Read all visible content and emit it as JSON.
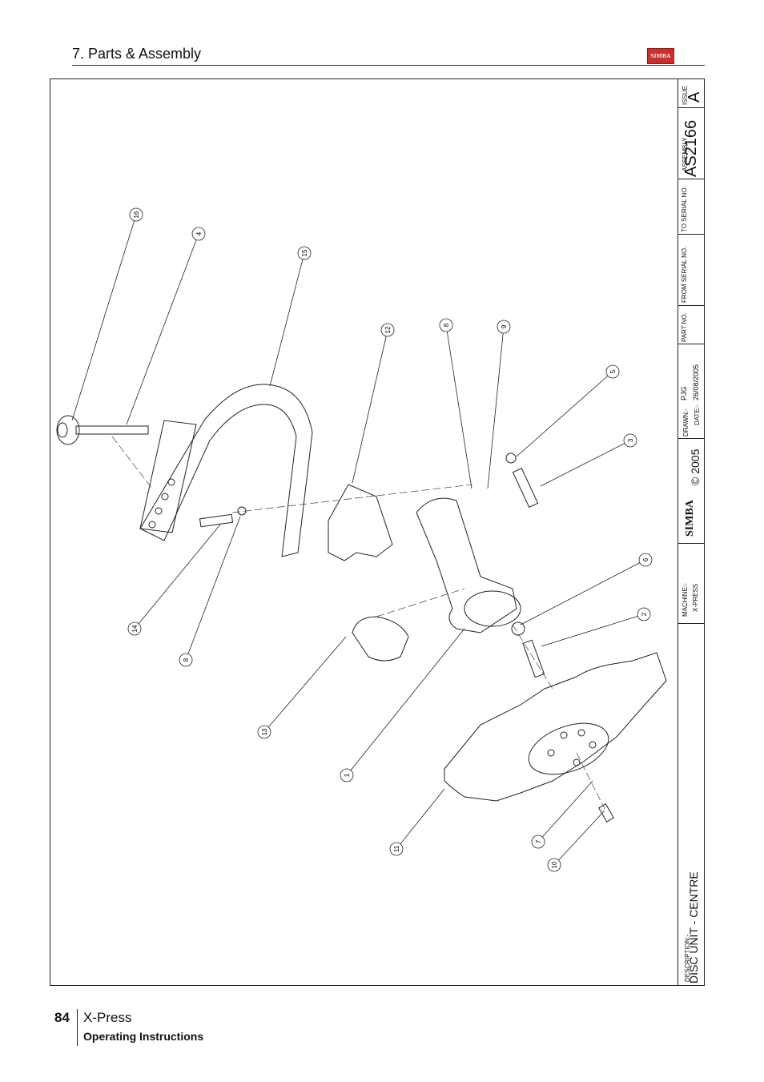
{
  "header": {
    "section_title": "7. Parts & Assembly",
    "logo_text": "SIMBA"
  },
  "title_block": {
    "issue_label": "ISSUE",
    "issue_value": "A",
    "assembly_label": "ASSEMBLY",
    "assembly_value": "AS2166",
    "to_serial_label": "TO SERIAL NO.",
    "from_serial_label": "FROM SERIAL NO.",
    "part_no_label": "PART NO.",
    "drawn_label": "DRAWN:-",
    "drawn_value": "PJG",
    "date_label": "DATE:-",
    "date_value": "26/08/2005",
    "copyright": "© 2005",
    "brand": "SIMBA",
    "machine_label": "MACHINE:-",
    "machine_value": "X-PRESS",
    "description_label": "DESCRIPTION:-",
    "description_value": "DISC UNIT - CENTRE"
  },
  "callouts": [
    "16",
    "4",
    "15",
    "12",
    "8",
    "9",
    "5",
    "3",
    "6",
    "2",
    "14",
    "8",
    "13",
    "1",
    "11",
    "7",
    "10"
  ],
  "footer": {
    "page_number": "84",
    "product": "X-Press",
    "subtitle": "Operating Instructions"
  }
}
